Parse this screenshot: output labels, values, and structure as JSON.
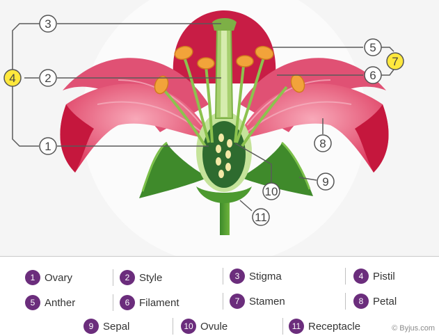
{
  "callouts": [
    {
      "n": "1",
      "highlight": false
    },
    {
      "n": "2",
      "highlight": false
    },
    {
      "n": "3",
      "highlight": false
    },
    {
      "n": "4",
      "highlight": true
    },
    {
      "n": "5",
      "highlight": false
    },
    {
      "n": "6",
      "highlight": false
    },
    {
      "n": "7",
      "highlight": true
    },
    {
      "n": "8",
      "highlight": false
    },
    {
      "n": "9",
      "highlight": false
    },
    {
      "n": "10",
      "highlight": false
    },
    {
      "n": "11",
      "highlight": false
    }
  ],
  "legend": [
    {
      "num": "1",
      "label": "Ovary"
    },
    {
      "num": "2",
      "label": "Style"
    },
    {
      "num": "3",
      "label": "Stigma"
    },
    {
      "num": "4",
      "label": "Pistil"
    },
    {
      "num": "5",
      "label": "Anther"
    },
    {
      "num": "6",
      "label": "Filament"
    },
    {
      "num": "7",
      "label": "Stamen"
    },
    {
      "num": "8",
      "label": "Petal"
    },
    {
      "num": "9",
      "label": "Sepal"
    },
    {
      "num": "10",
      "label": "Ovule"
    },
    {
      "num": "11",
      "label": "Receptacle"
    }
  ],
  "copyright": "© Byjus.com",
  "colors": {
    "petal_dark": "#c5173d",
    "petal_light": "#f07a95",
    "sepal": "#3f8a2b",
    "ovary": "#2e6b2f",
    "style": "#b8d98a",
    "anther": "#f2a33a",
    "highlight": "#ffe83d",
    "legend_badge": "#6b2d7c"
  }
}
